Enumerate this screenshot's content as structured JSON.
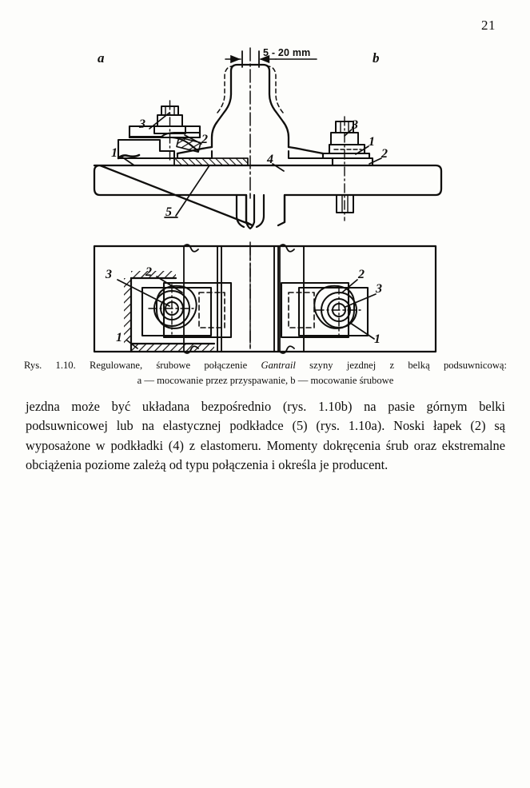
{
  "page": {
    "number": "21"
  },
  "figure": {
    "view_label_a": "a",
    "view_label_b": "b",
    "dimension_label": "5 - 20 mm",
    "callouts": {
      "a_upper_3": "3",
      "a_upper_2": "2",
      "a_upper_1": "1",
      "middle_5": "5",
      "middle_4": "4",
      "b_upper_3": "3",
      "b_upper_1": "1",
      "b_upper_2": "2",
      "a_plan_3": "3",
      "a_plan_2": "2",
      "a_plan_1": "1",
      "b_plan_2": "2",
      "b_plan_3": "3",
      "b_plan_1": "1"
    }
  },
  "caption": {
    "line1_before_italic": "Rys. 1.10. Regulowane, śrubowe połączenie ",
    "line1_italic": "Gantrail",
    "line1_after_italic": " szyny jezdnej z belką podsuwnicową:",
    "line2": "a — mocowanie przez przyspawanie, b — mocowanie śrubowe"
  },
  "body": {
    "paragraph": "jezdna może być układana bezpośrednio (rys. 1.10b) na pasie górnym belki podsuwnicowej lub na elastycznej podkładce (5) (rys. 1.10a). Noski łapek (2) są wyposażone w podkładki (4) z elastomeru. Momenty dokręcenia śrub oraz ekstremalne obciążenia poziome zależą od typu połączenia i określa je producent."
  }
}
